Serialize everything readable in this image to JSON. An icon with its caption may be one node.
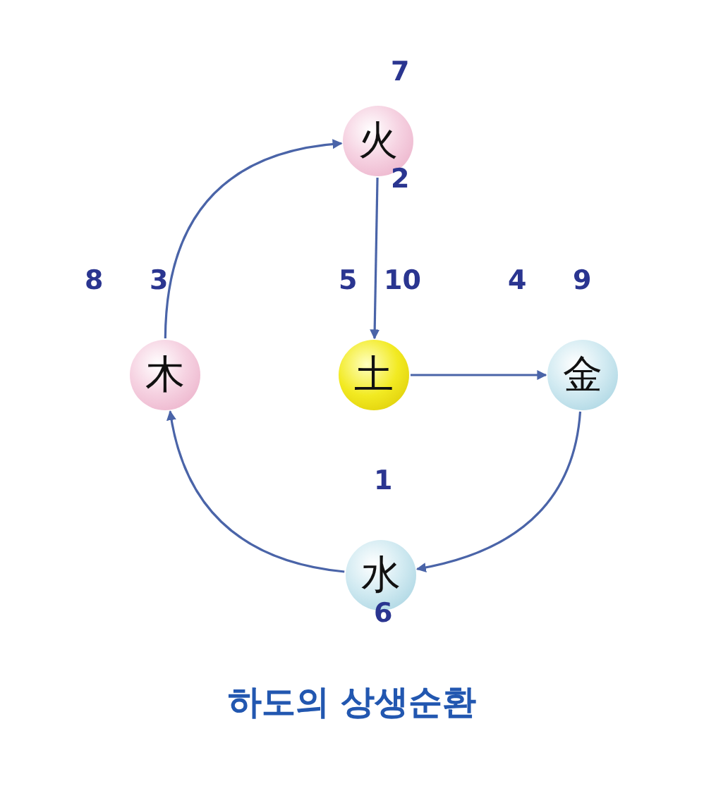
{
  "diagram": {
    "caption": "하도의 상생순환",
    "nodes": [
      {
        "text": [
          "火"
        ],
        "beside": [
          "7",
          "2"
        ]
      },
      {
        "text": [
          "木"
        ],
        "beside": [
          "8",
          "3"
        ]
      },
      {
        "text": [
          "土"
        ],
        "beside": [
          "5",
          "10"
        ]
      },
      {
        "text": [
          "金"
        ],
        "beside": [
          "4",
          "9"
        ]
      },
      {
        "text": [
          "水"
        ],
        "beside": [
          "1",
          "6"
        ]
      }
    ],
    "edges": [
      {
        "from": 0,
        "to": 2,
        "arrow": "to"
      },
      {
        "from": 2,
        "to": 3,
        "arrow": "to"
      },
      {
        "from": 3,
        "to": 4,
        "arrow": "to"
      },
      {
        "from": 4,
        "to": 1,
        "arrow": "to"
      },
      {
        "from": 1,
        "to": 0,
        "arrow": "to"
      }
    ]
  }
}
